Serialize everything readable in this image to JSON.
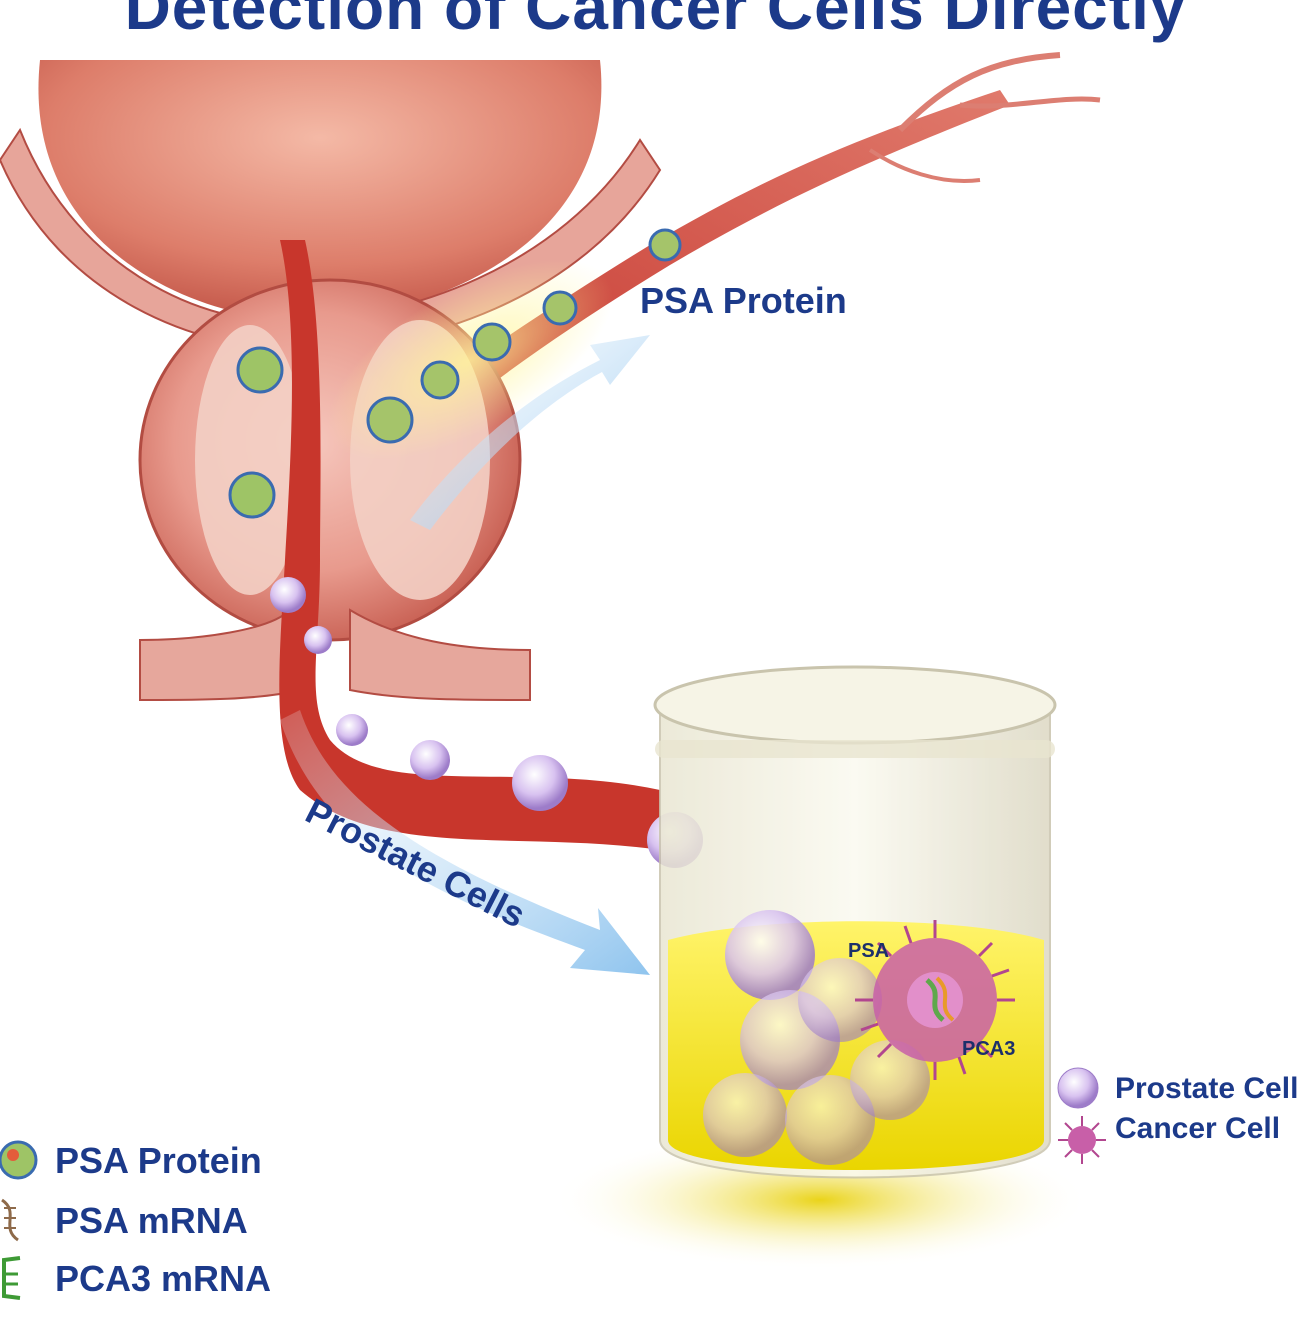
{
  "title": "Detection of Cancer Cells Directly",
  "labels": {
    "psa_protein_arrow": "PSA Protein",
    "prostate_cells_arrow": "Prostate Cells",
    "psa_in_cup": "PSA",
    "pca3_in_cup": "PCA3"
  },
  "legend_right": [
    {
      "icon": "prostate-cell-icon",
      "label": "Prostate Cell"
    },
    {
      "icon": "cancer-cell-icon",
      "label": "Cancer Cell"
    }
  ],
  "legend_left": [
    {
      "icon": "psa-protein-icon",
      "label": "PSA Protein"
    },
    {
      "icon": "psa-mrna-icon",
      "label": "PSA mRNA"
    },
    {
      "icon": "pca3-mrna-icon",
      "label": "PCA3 mRNA"
    }
  ],
  "colors": {
    "title": "#1c3a8a",
    "tissue": "#d9776a",
    "urethra": "#c8362c",
    "urine": "#f5e21a",
    "arrow": "#a9d2f0",
    "cell": "#c9a4e6",
    "cancer_cell": "#c65aa8"
  }
}
